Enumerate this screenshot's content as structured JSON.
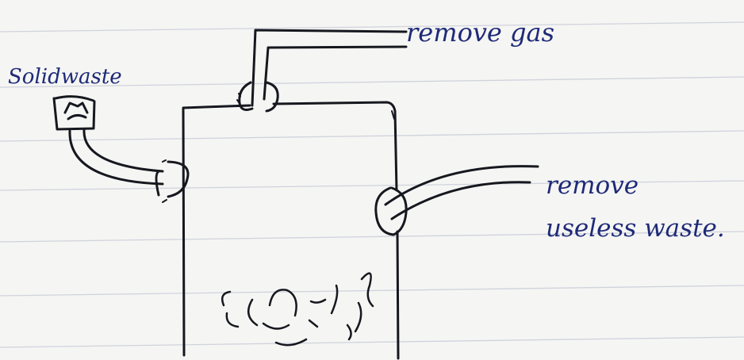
{
  "labels": {
    "solid_waste": "Solidwaste",
    "remove_gas": "remove gas",
    "remove_line1": "remove",
    "remove_line2": "useless waste."
  },
  "colors": {
    "paper": "#f5f5f3",
    "ruled_line": "#cfd3dc",
    "ink": "#16181f",
    "blue_ink": "#1e2a78"
  }
}
